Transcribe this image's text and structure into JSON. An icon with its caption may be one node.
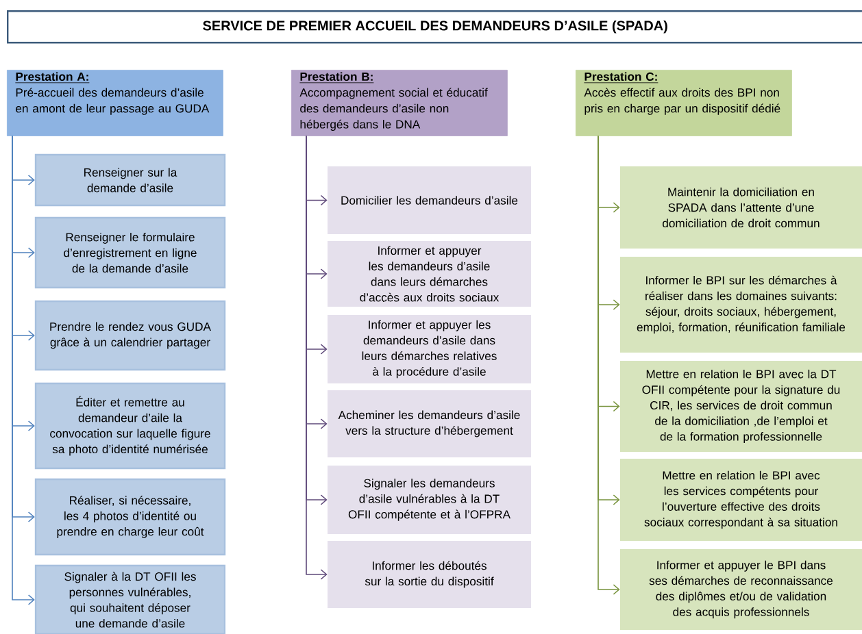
{
  "diagram": {
    "title": "SERVICE DE PREMIER ACCUEIL DES DEMANDEURS D’ASILE (SPADA)",
    "nodes": [
      {
        "text": [
          "Prestation A:",
          "Pré-accueil des demandeurs d’asile en amont de leur passage au GUDA"
        ]
      },
      {
        "text": [
          "Renseigner sur la demande d’asile"
        ]
      },
      {
        "text": [
          "Renseigner le formulaire d’enregistrement en ligne de la demande d’asile"
        ]
      },
      {
        "text": [
          "Prendre le rendez vous GUDA grâce à un calendrier partager"
        ]
      },
      {
        "text": [
          "Éditer et remettre au demandeur d’aile la convocation sur laquelle figure sa photo d’identité numérisée"
        ]
      },
      {
        "text": [
          "Réaliser, si nécessaire, les 4 photos d’identité ou prendre en charge leur coût"
        ]
      },
      {
        "text": [
          "Signaler à la DT OFII les personnes vulnérables, qui souhaitent déposer une demande d’asile"
        ]
      },
      {
        "text": [
          "Prestation B:",
          "Accompagnement social et éducatif des demandeurs d’asile non hébergés dans le DNA"
        ]
      },
      {
        "text": [
          "Domicilier les demandeurs d’asile"
        ]
      },
      {
        "text": [
          "Informer et appuyer les demandeurs d’asile dans leurs démarches d’accès aux droits sociaux"
        ]
      },
      {
        "text": [
          "Informer et appuyer les demandeurs d’asile dans leurs démarches relatives à la procédure d’asile"
        ]
      },
      {
        "text": [
          "Acheminer les demandeurs d’asile vers la structure d’hébergement"
        ]
      },
      {
        "text": [
          "Signaler les demandeurs d’asile vulnérables à la DT OFII compétente et à l’OFPRA"
        ]
      },
      {
        "text": [
          "Informer les déboutés sur la sortie du dispositif"
        ]
      },
      {
        "text": [
          "Prestation C:",
          "Accès effectif aux droits des BPI non pris en charge par un dispositif dédié"
        ]
      },
      {
        "text": [
          "Maintenir la domiciliation en SPADA dans l’attente d’une domiciliation de droit commun"
        ]
      },
      {
        "text": [
          "Informer le BPI sur les démarches à réaliser dans les domaines suivants: séjour, droits sociaux, hébergement, emploi, formation, réunification familiale"
        ]
      },
      {
        "text": [
          "Mettre en relation le BPI avec la DT OFII compétente pour la signature du CIR, les services de droit commun de la domiciliation ,de l’emploi et de la formation professionnelle"
        ]
      },
      {
        "text": [
          "Mettre en relation le BPI avec les services compétents pour l’ouverture effective des droits sociaux correspondant à sa situation"
        ]
      },
      {
        "text": [
          "Informer et appuyer le BPI dans ses démarches de reconnaissance des diplômes et/ou de validation des acquis professionnels"
        ]
      }
    ],
    "edges": [
      {
        "from": 0,
        "to": 1,
        "arrow": "to",
        "color": "#4f81bd"
      },
      {
        "from": 0,
        "to": 2,
        "arrow": "to",
        "color": "#4f81bd"
      },
      {
        "from": 0,
        "to": 3,
        "arrow": "to",
        "color": "#4f81bd"
      },
      {
        "from": 0,
        "to": 4,
        "arrow": "to",
        "color": "#4f81bd"
      },
      {
        "from": 0,
        "to": 5,
        "arrow": "to",
        "color": "#4f81bd"
      },
      {
        "from": 0,
        "to": 6,
        "arrow": "to",
        "color": "#4f81bd"
      },
      {
        "from": 7,
        "to": 8,
        "arrow": "to",
        "color": "#5f497a"
      },
      {
        "from": 7,
        "to": 9,
        "arrow": "to",
        "color": "#5f497a"
      },
      {
        "from": 7,
        "to": 10,
        "arrow": "to",
        "color": "#5f497a"
      },
      {
        "from": 7,
        "to": 11,
        "arrow": "to",
        "color": "#5f497a"
      },
      {
        "from": 7,
        "to": 12,
        "arrow": "to",
        "color": "#5f497a"
      },
      {
        "from": 7,
        "to": 13,
        "arrow": "to",
        "color": "#5f497a"
      },
      {
        "from": 14,
        "to": 15,
        "arrow": "to",
        "color": "#77933c"
      },
      {
        "from": 14,
        "to": 16,
        "arrow": "to",
        "color": "#77933c"
      },
      {
        "from": 14,
        "to": 17,
        "arrow": "to",
        "color": "#77933c"
      },
      {
        "from": 14,
        "to": 18,
        "arrow": "to",
        "color": "#77933c"
      },
      {
        "from": 14,
        "to": 19,
        "arrow": "to",
        "color": "#77933c"
      }
    ]
  }
}
